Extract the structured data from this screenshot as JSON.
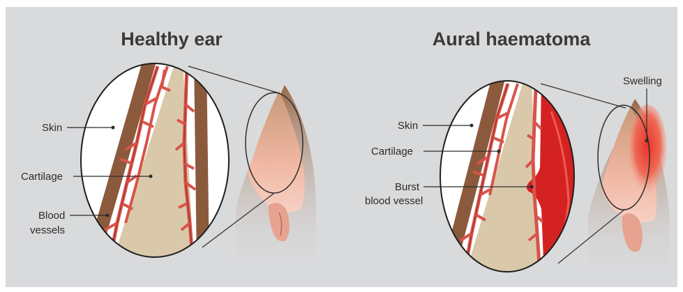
{
  "panels": [
    {
      "title": "Healthy ear",
      "labels": {
        "skin": "Skin",
        "cartilage": "Cartilage",
        "blood_line1": "Blood",
        "blood_line2": "vessels"
      }
    },
    {
      "title": "Aural haematoma",
      "labels": {
        "skin": "Skin",
        "cartilage": "Cartilage",
        "burst_line1": "Burst",
        "burst_line2": "blood vessel",
        "swelling": "Swelling"
      }
    }
  ],
  "colors": {
    "background": "#d9dadc",
    "skin": "#8b5a3c",
    "cartilage": "#d9c9aa",
    "vessel": "#d9534a",
    "haematoma": "#d42222",
    "ear_inner": "#f0b3a0"
  }
}
